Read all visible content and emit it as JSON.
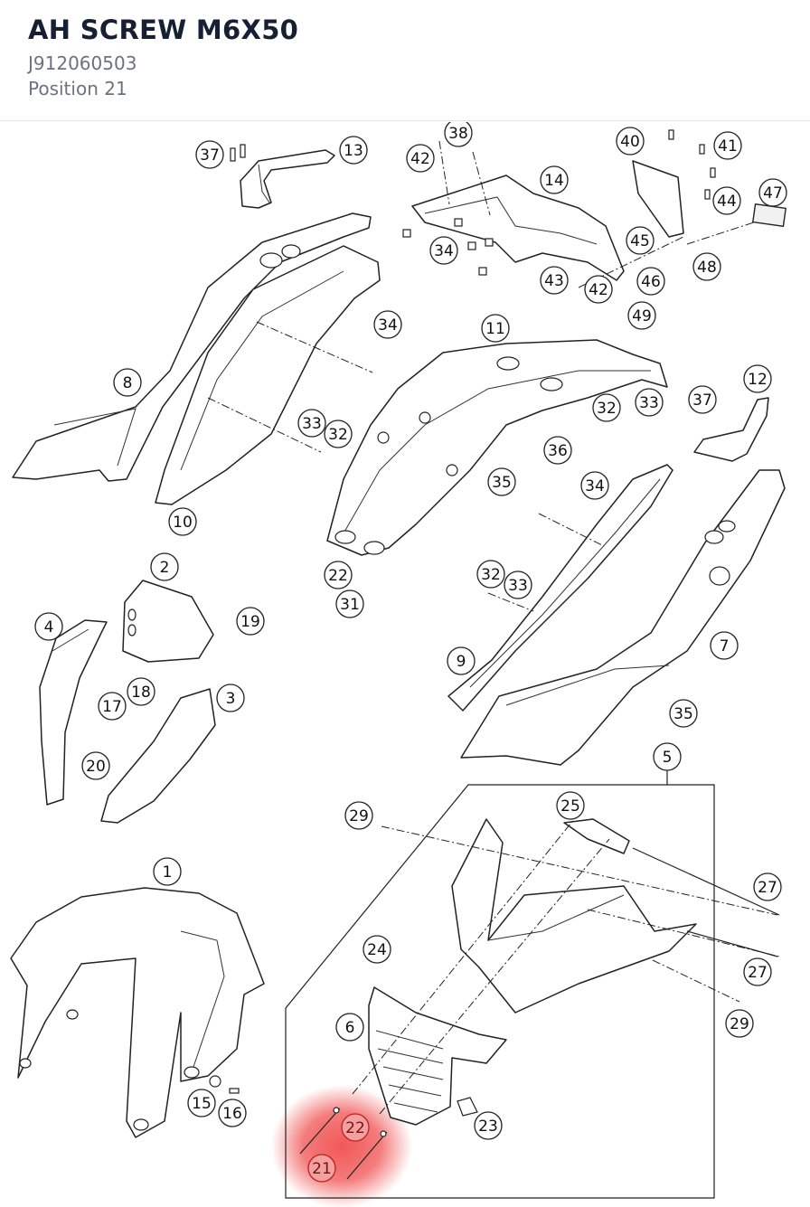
{
  "header": {
    "title": "AH SCREW M6X50",
    "part_number": "J912060503",
    "position": "Position 21"
  },
  "diagram": {
    "highlight_color": "#f05050",
    "selected_labels": [
      "21",
      "22"
    ],
    "callouts": [
      {
        "id": "c37a",
        "label": "37"
      },
      {
        "id": "c13",
        "label": "13"
      },
      {
        "id": "c38",
        "label": "38"
      },
      {
        "id": "c42a",
        "label": "42"
      },
      {
        "id": "c14",
        "label": "14"
      },
      {
        "id": "c40",
        "label": "40"
      },
      {
        "id": "c41",
        "label": "41"
      },
      {
        "id": "c47",
        "label": "47"
      },
      {
        "id": "c44",
        "label": "44"
      },
      {
        "id": "c34a",
        "label": "34"
      },
      {
        "id": "c45",
        "label": "45"
      },
      {
        "id": "c48",
        "label": "48"
      },
      {
        "id": "c43",
        "label": "43"
      },
      {
        "id": "c42b",
        "label": "42"
      },
      {
        "id": "c46",
        "label": "46"
      },
      {
        "id": "c49",
        "label": "49"
      },
      {
        "id": "c34b",
        "label": "34"
      },
      {
        "id": "c11",
        "label": "11"
      },
      {
        "id": "c8",
        "label": "8"
      },
      {
        "id": "c12",
        "label": "12"
      },
      {
        "id": "c37b",
        "label": "37"
      },
      {
        "id": "c32a",
        "label": "32"
      },
      {
        "id": "c33a",
        "label": "33"
      },
      {
        "id": "c33b",
        "label": "33"
      },
      {
        "id": "c32b",
        "label": "32"
      },
      {
        "id": "c36",
        "label": "36"
      },
      {
        "id": "c35a",
        "label": "35"
      },
      {
        "id": "c34c",
        "label": "34"
      },
      {
        "id": "c10",
        "label": "10"
      },
      {
        "id": "c2",
        "label": "2"
      },
      {
        "id": "c22a",
        "label": "22"
      },
      {
        "id": "c31",
        "label": "31"
      },
      {
        "id": "c32c",
        "label": "32"
      },
      {
        "id": "c33c",
        "label": "33"
      },
      {
        "id": "c4",
        "label": "4"
      },
      {
        "id": "c19",
        "label": "19"
      },
      {
        "id": "c7",
        "label": "7"
      },
      {
        "id": "c9",
        "label": "9"
      },
      {
        "id": "c18",
        "label": "18"
      },
      {
        "id": "c17",
        "label": "17"
      },
      {
        "id": "c3",
        "label": "3"
      },
      {
        "id": "c35b",
        "label": "35"
      },
      {
        "id": "c5",
        "label": "5"
      },
      {
        "id": "c20",
        "label": "20"
      },
      {
        "id": "c29a",
        "label": "29"
      },
      {
        "id": "c25",
        "label": "25"
      },
      {
        "id": "c1",
        "label": "1"
      },
      {
        "id": "c27a",
        "label": "27"
      },
      {
        "id": "c24",
        "label": "24"
      },
      {
        "id": "c27b",
        "label": "27"
      },
      {
        "id": "c6",
        "label": "6"
      },
      {
        "id": "c29b",
        "label": "29"
      },
      {
        "id": "c15",
        "label": "15"
      },
      {
        "id": "c16",
        "label": "16"
      },
      {
        "id": "c23",
        "label": "23"
      },
      {
        "id": "c22b",
        "label": "22"
      },
      {
        "id": "c21",
        "label": "21"
      }
    ]
  }
}
